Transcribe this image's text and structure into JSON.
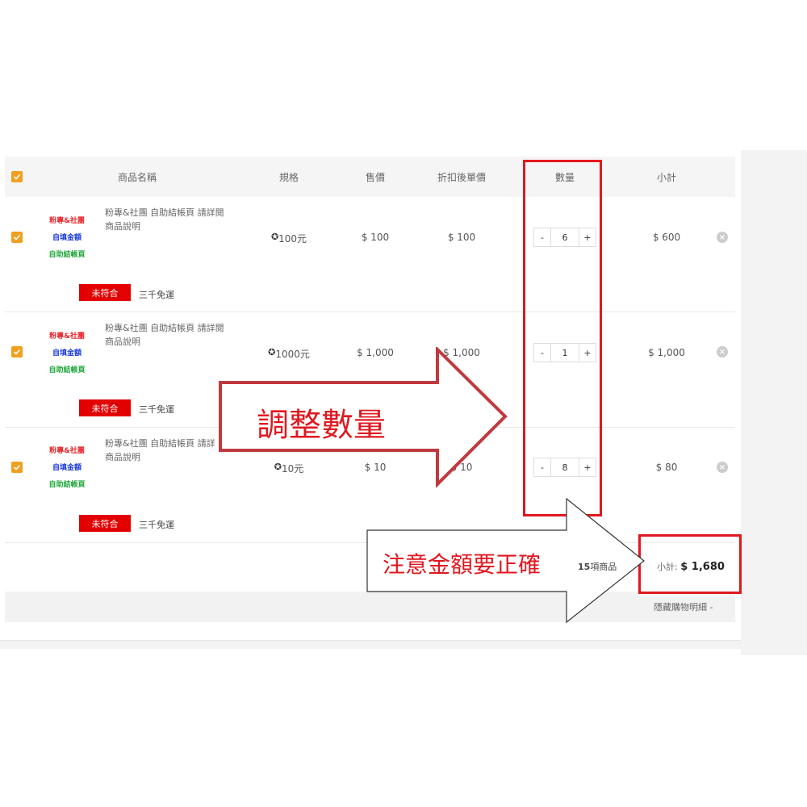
{
  "header": {
    "name_col": "商品名稱",
    "spec_col": "規格",
    "price_col": "售價",
    "discount_col": "折扣後單價",
    "qty_col": "數量",
    "subtotal_col": "小計"
  },
  "items": [
    {
      "tags": [
        "粉專&社團",
        "自填金額",
        "自助結帳頁"
      ],
      "name": "粉專&社團 自助結帳頁 請詳閱",
      "desc": "商品說明",
      "spec": "100元",
      "price": "$ 100",
      "discount": "$ 100",
      "qty": "6",
      "subtotal": "$ 600",
      "badge": "未符合",
      "promo": "三千免運"
    },
    {
      "tags": [
        "粉專&社團",
        "自填金額",
        "自助結帳頁"
      ],
      "name": "粉專&社團 自助結帳頁 請詳閱",
      "desc": "商品說明",
      "spec": "1000元",
      "price": "$ 1,000",
      "discount": "$ 1,000",
      "qty": "1",
      "subtotal": "$ 1,000",
      "badge": "未符合",
      "promo": "三千免運"
    },
    {
      "tags": [
        "粉專&社團",
        "自填金額",
        "自助結帳頁"
      ],
      "name": "粉專&社團 自助結帳頁 請詳",
      "desc": "商品說明",
      "spec": "10元",
      "price": "$ 10",
      "discount": "$ 10",
      "qty": "8",
      "subtotal": "$ 80",
      "badge": "未符合",
      "promo": "三千免運"
    }
  ],
  "qty_minus": "-",
  "qty_plus": "+",
  "spec_icon": "✪",
  "remove_icon": "×",
  "summary": {
    "item_count": "15",
    "item_unit": "項商品",
    "subtotal_label": "小計:",
    "subtotal_value": "$ 1,680",
    "hide_details": "隱藏購物明細 -"
  },
  "annotations": {
    "adjust_qty": "調整數量",
    "check_amount": "注意金額要正確"
  },
  "colors": {
    "accent_orange": "#f0a020",
    "badge_red": "#e30000",
    "annotation_red": "#e1171f",
    "tag_red": "#e8242a",
    "tag_blue": "#1a3adb",
    "tag_green": "#1fa83a"
  }
}
